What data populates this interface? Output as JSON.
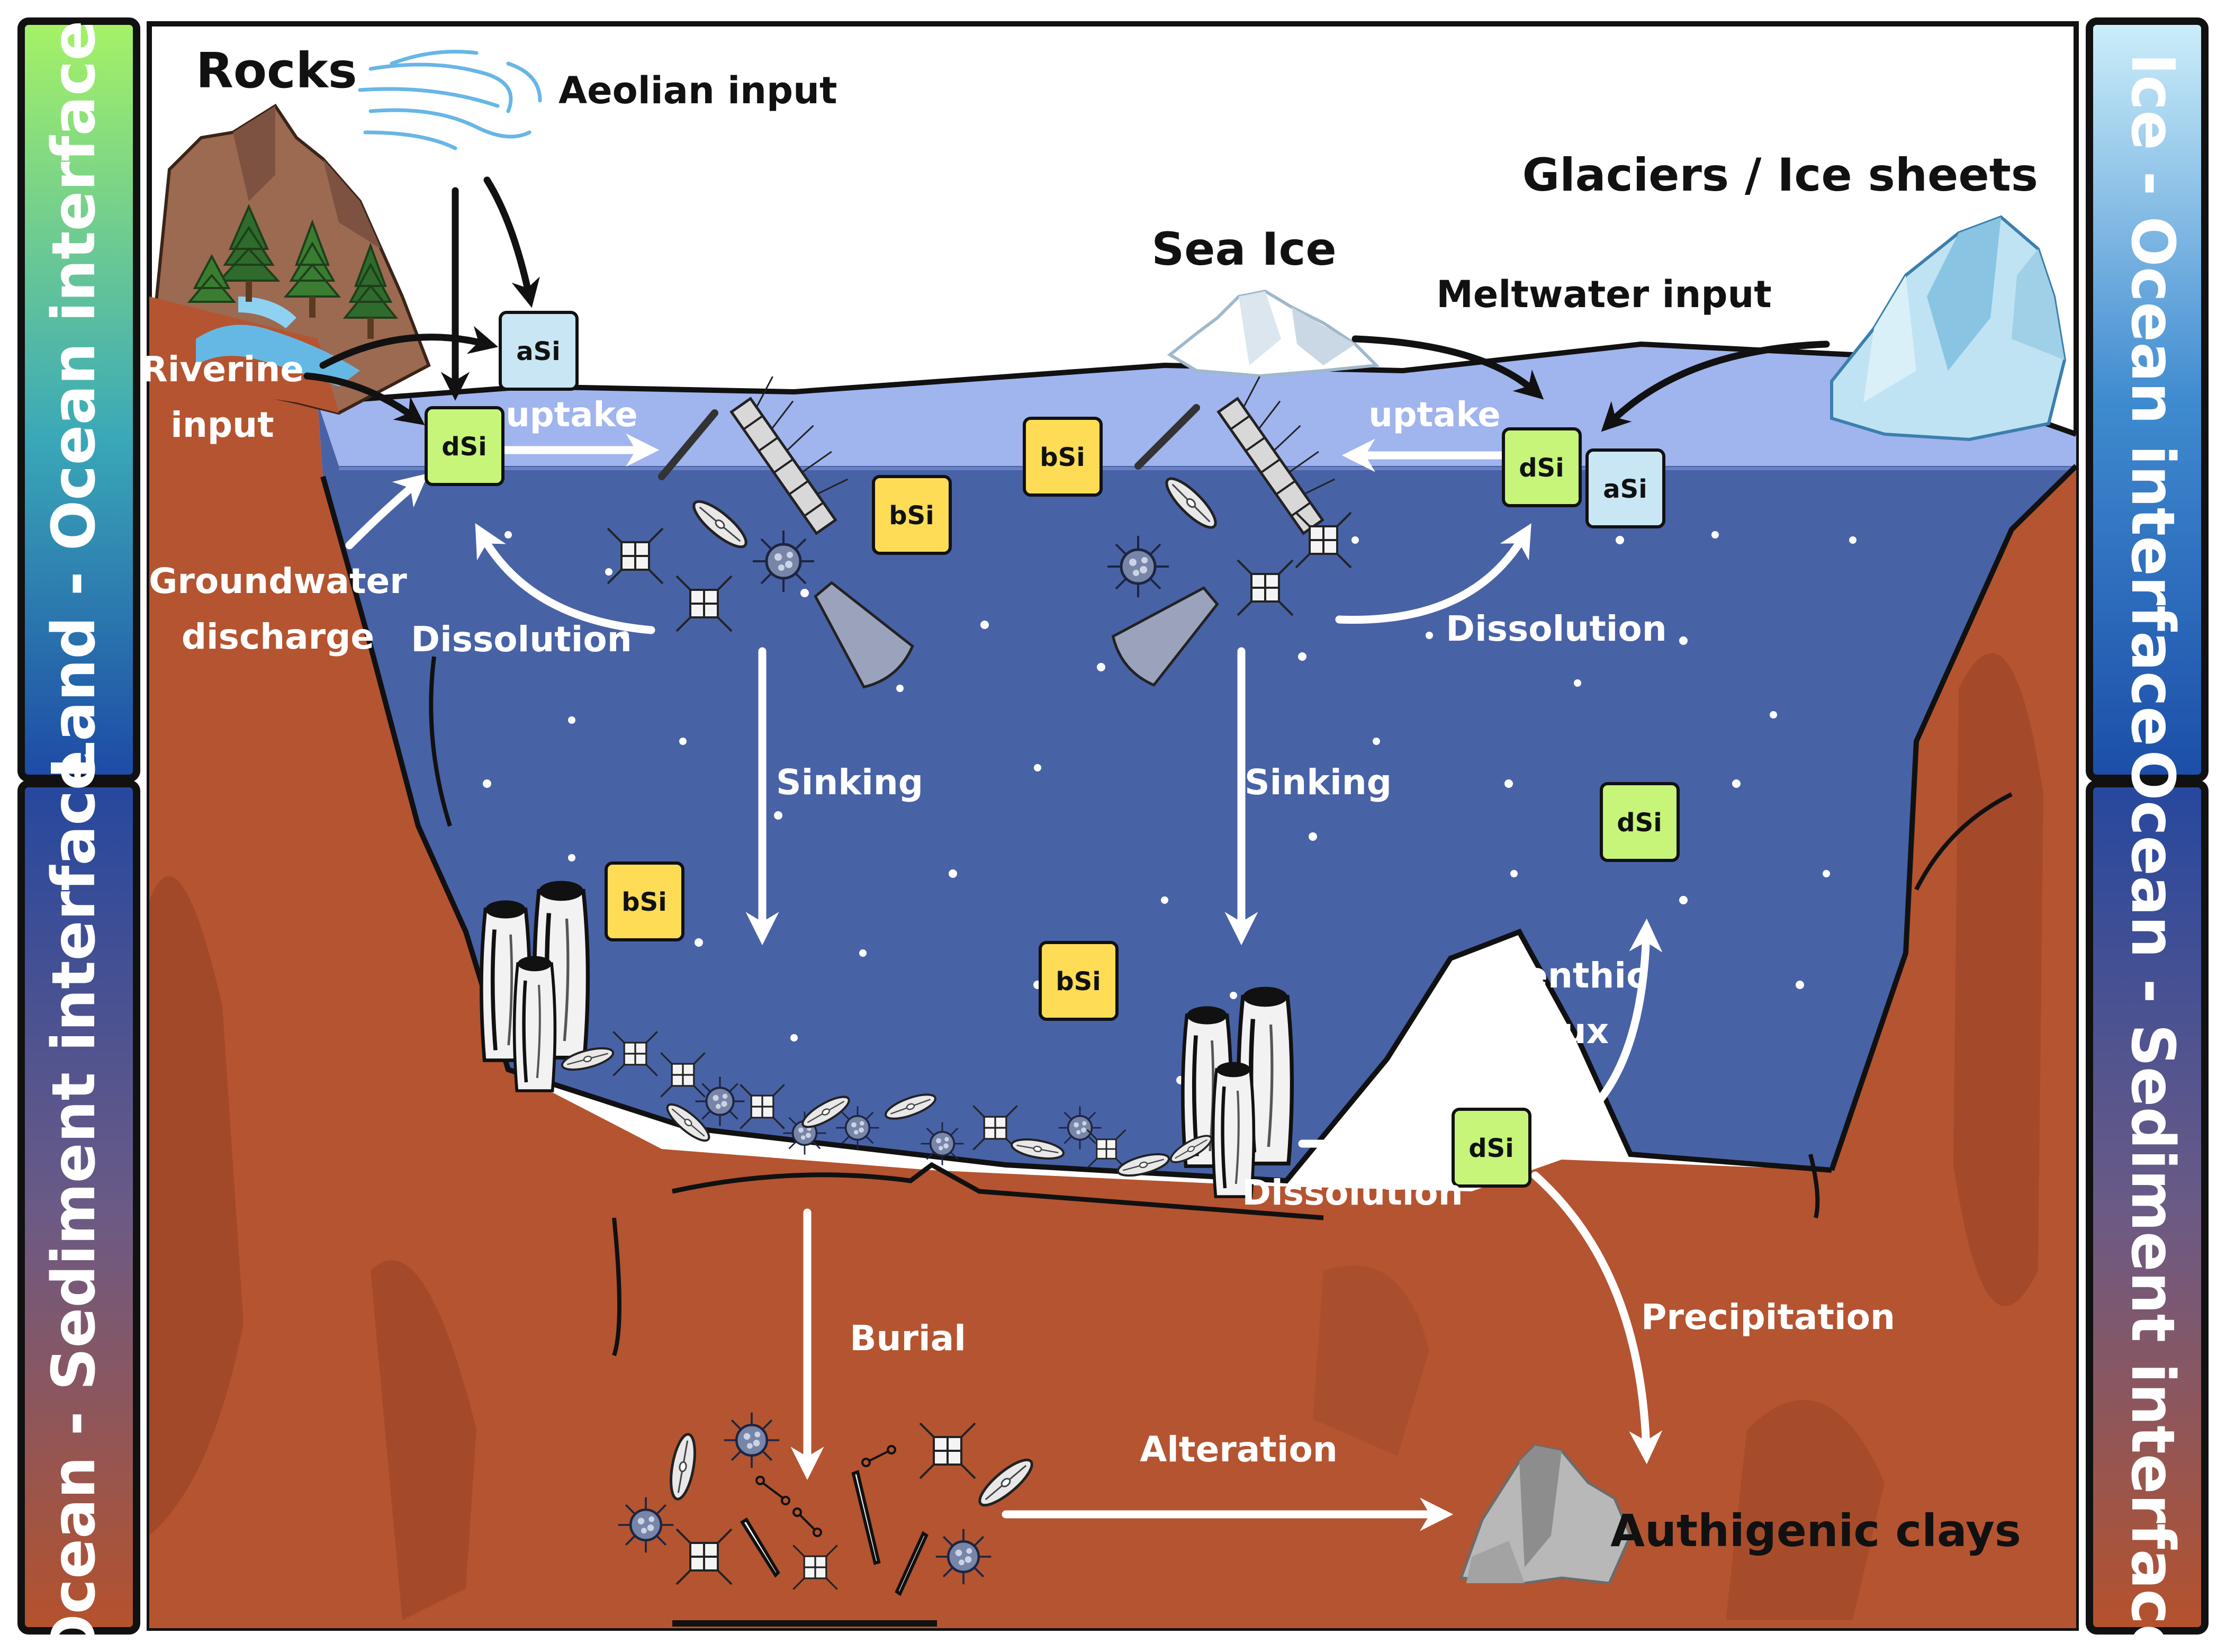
{
  "side_panels": {
    "land_ocean": "Land - Ocean interface",
    "ocean_sediment_left": "Ocean - Sediment interface",
    "ice_ocean": "Ice - Ocean interface",
    "ocean_sediment_right": "Ocean - Sediment interface"
  },
  "labels": {
    "rocks": "Rocks",
    "aeolian_input": "Aeolian input",
    "glaciers": "Glaciers / Ice sheets",
    "sea_ice": "Sea Ice",
    "meltwater_input": "Meltwater input",
    "riverine_1": "Riverine",
    "riverine_2": "input",
    "uptake_left": "uptake",
    "uptake_right": "uptake",
    "groundwater_1": "Groundwater",
    "groundwater_2": "discharge",
    "dissolution_left": "Dissolution",
    "dissolution_right": "Dissolution",
    "sinking_left": "Sinking",
    "sinking_right": "Sinking",
    "benthic_1": "Benthic",
    "benthic_2": "flux",
    "dissolution_bottom": "Dissolution",
    "precipitation": "Precipitation",
    "burial": "Burial",
    "alteration": "Alteration",
    "authigenic_clays": "Authigenic clays"
  },
  "boxes": {
    "asi_left": "aSi",
    "dsi_left": "dSi",
    "bsi_top_left": "bSi",
    "bsi_top_mid": "bSi",
    "dsi_right": "dSi",
    "asi_right": "aSi",
    "bsi_mid_left": "bSi",
    "bsi_mid": "bSi",
    "dsi_mid_right": "dSi",
    "dsi_bottom": "dSi"
  },
  "colors": {
    "dsi_box": "#c6f57a",
    "asi_box": "#c9e6f4",
    "bsi_box": "#fedc56",
    "ocean_surface": "#a0b4ee",
    "ocean_deep": "#4862a6",
    "sediment": "#b55430"
  },
  "icons": [
    "mountain-icon",
    "tree-icon",
    "wind-icon",
    "sea-ice-icon",
    "iceberg-icon",
    "diatom-icon",
    "radiolarian-icon",
    "sponge-icon",
    "clay-rock-icon"
  ]
}
